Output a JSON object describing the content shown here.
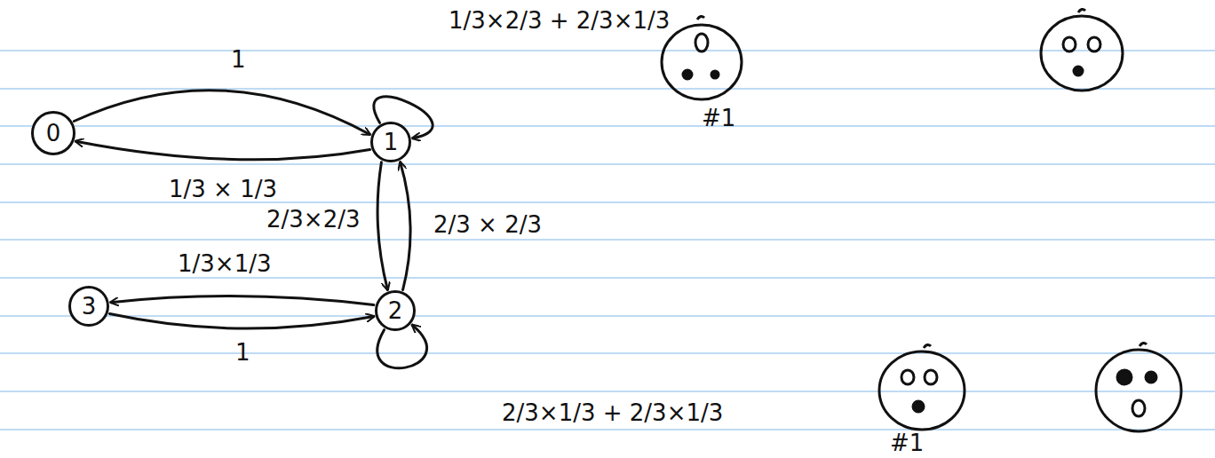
{
  "diagram": {
    "nodes": [
      {
        "text": [
          "0"
        ]
      },
      {
        "text": [
          "1"
        ]
      },
      {
        "text": [
          "2"
        ]
      },
      {
        "text": [
          "3"
        ]
      }
    ],
    "edges": [
      {
        "from": 0,
        "to": 1,
        "arrow": "to",
        "label": "1"
      },
      {
        "from": 1,
        "to": 0,
        "arrow": "to",
        "label": "1/3 × 1/3"
      },
      {
        "from": 1,
        "to": 1,
        "arrow": "to",
        "label": "1/3×2/3 + 2/3×1/3"
      },
      {
        "from": 1,
        "to": 2,
        "arrow": "to",
        "label": "2/3×2/3"
      },
      {
        "from": 2,
        "to": 1,
        "arrow": "to",
        "label": "2/3 × 2/3"
      },
      {
        "from": 2,
        "to": 3,
        "arrow": "to",
        "label": "1/3×1/3"
      },
      {
        "from": 3,
        "to": 2,
        "arrow": "to",
        "label": "1"
      },
      {
        "from": 2,
        "to": 2,
        "arrow": "to",
        "label": "2/3×1/3 + 2/3×1/3"
      }
    ],
    "labels": [
      "#1",
      "#1"
    ]
  }
}
